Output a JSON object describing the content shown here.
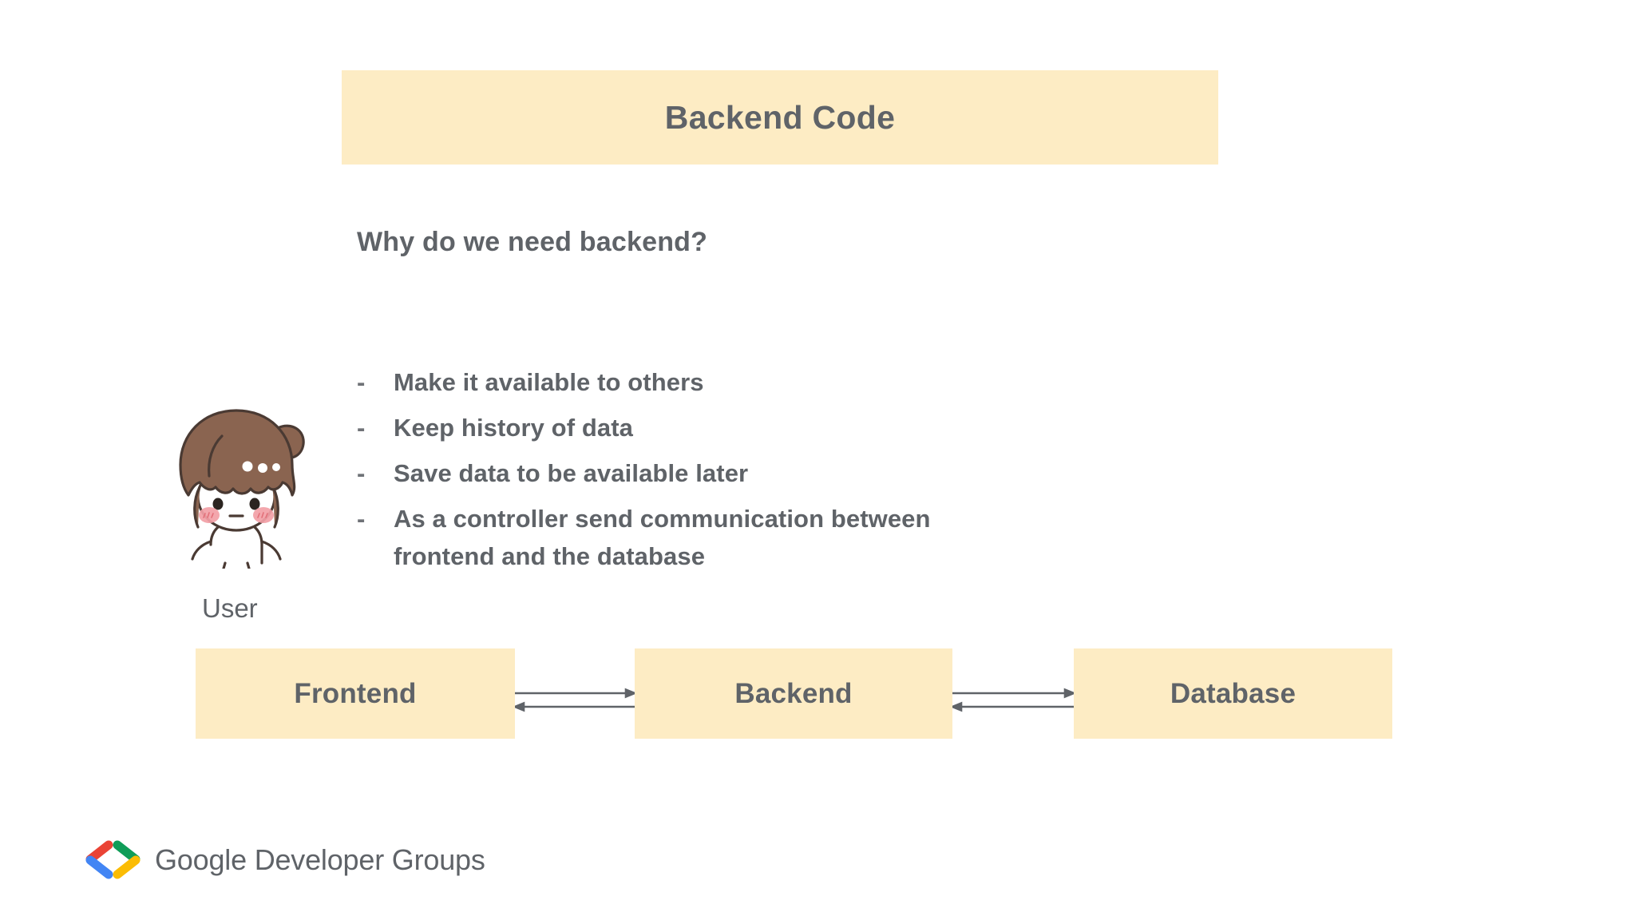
{
  "slide": {
    "background_color": "#ffffff",
    "banner_color": "#fdecc4",
    "text_color": "#5f6368",
    "title": "Backend Code",
    "question": "Why do we need backend?",
    "bullets": [
      {
        "marker": "-",
        "text": "Make it available to others"
      },
      {
        "marker": "-",
        "text": "Keep history of data"
      },
      {
        "marker": "-",
        "text": "Save data to be available later"
      },
      {
        "marker": "-",
        "text": "As a controller send communication between frontend and the database"
      }
    ],
    "character": {
      "name": "cartoon-girl-illustration",
      "caption": "User",
      "hair_color": "#8a6450",
      "skin_color": "#ffffff",
      "cheek_color": "#f2a0a6",
      "outline_color": "#4a3a33"
    },
    "diagram": {
      "boxes": [
        {
          "label": "Frontend"
        },
        {
          "label": "Backend"
        },
        {
          "label": "Database"
        }
      ],
      "connectors": [
        {
          "from": "Frontend",
          "to": "Backend",
          "direction": "bidirectional"
        },
        {
          "from": "Backend",
          "to": "Database",
          "direction": "bidirectional"
        }
      ],
      "arrow_color": "#5f6368"
    }
  },
  "footer": {
    "logo_name": "google-developer-groups-logo",
    "wordmark": "Google Developer Groups",
    "logo_colors": {
      "red": "#ea4335",
      "blue": "#4285f4",
      "green": "#0f9d58",
      "yellow": "#fbbc04"
    }
  }
}
